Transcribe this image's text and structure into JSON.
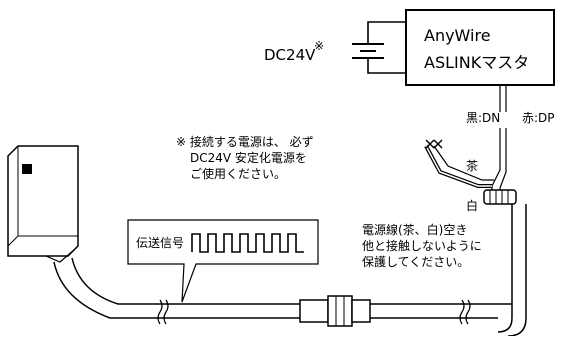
{
  "master": {
    "line1": "AnyWire",
    "line2": "ASLINKマスタ"
  },
  "power_supply": {
    "label": "DC24V",
    "note_mark": "※"
  },
  "wires": {
    "black_dn": "黒:DN",
    "red_dp": "赤:DP",
    "brown": "茶",
    "white": "白"
  },
  "note": {
    "line1": "※ 接続する電源は、 必ず",
    "line2": "DC24V 安定化電源を",
    "line3": "ご使用ください。"
  },
  "power_wire_note": {
    "line1": "電源線(茶、白)空き",
    "line2": "他と接触しないように",
    "line3": "保護してください。"
  },
  "signal": {
    "label": "伝送信号"
  }
}
